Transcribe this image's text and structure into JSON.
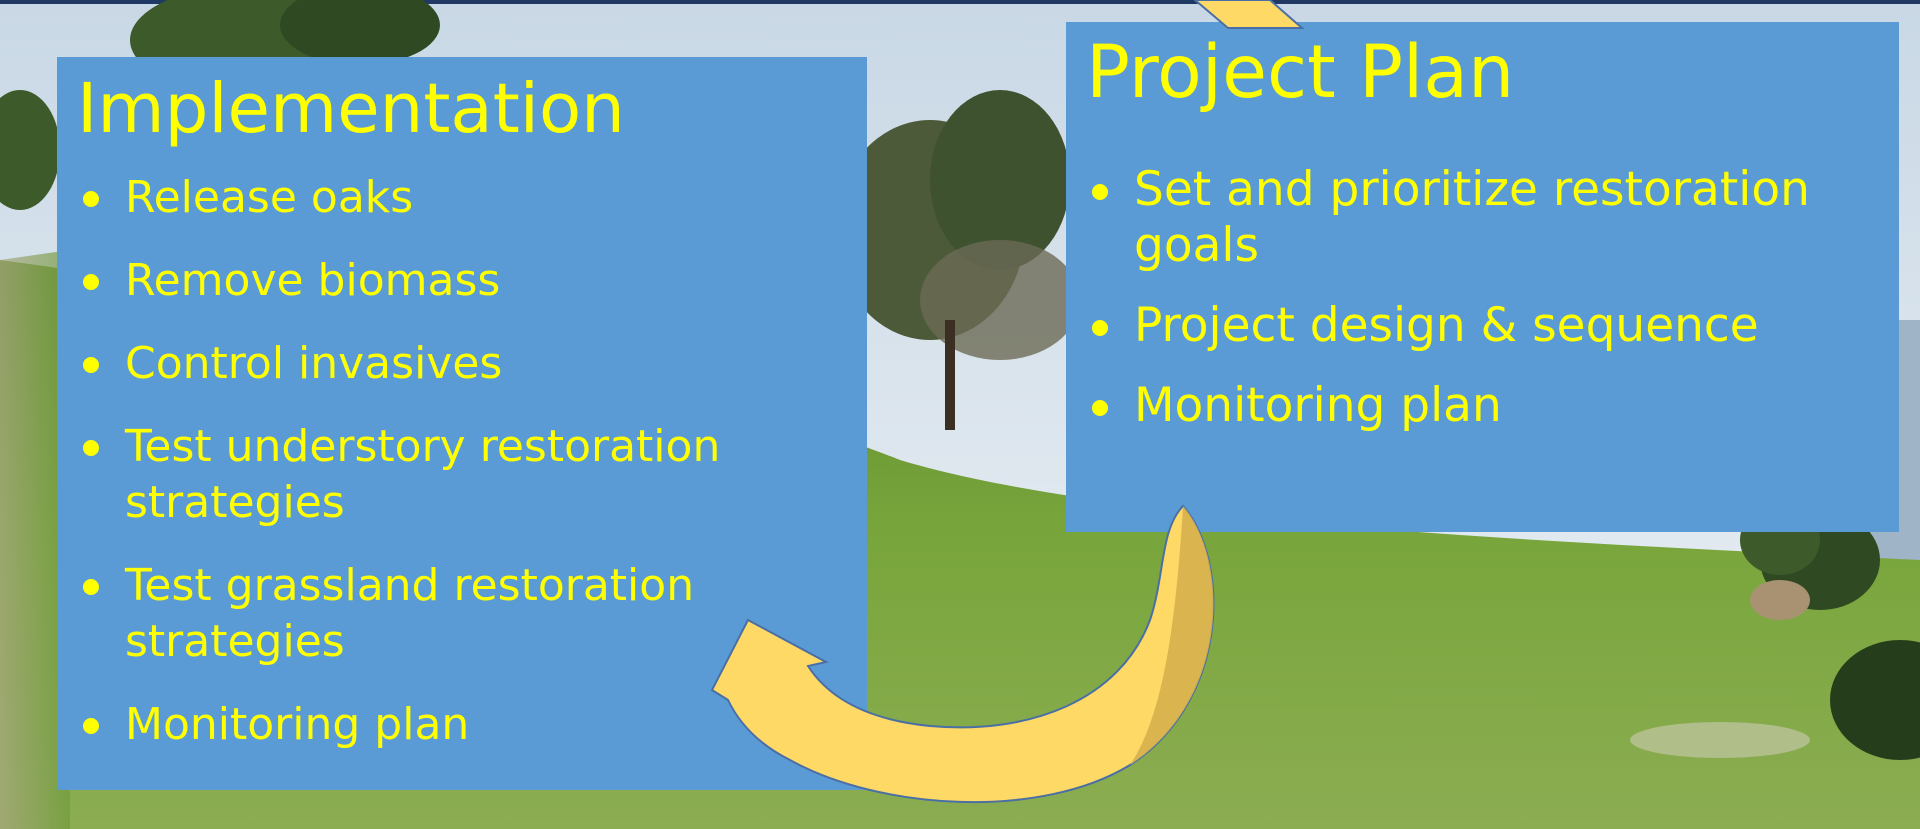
{
  "slide": {
    "colors": {
      "panel": "#5b9bd5",
      "text": "#ffff00",
      "arrow": "#ffd966",
      "arrow_dark": "#d6b04d",
      "sky": "#dfe8ef",
      "grass": "#6f9c3a"
    },
    "implementation": {
      "title": "Implementation",
      "bullets": [
        {
          "line1": "Release oaks",
          "line2": ""
        },
        {
          "line1": "Remove biomass",
          "line2": ""
        },
        {
          "line1": "Control invasives",
          "line2": ""
        },
        {
          "line1": "Test understory restoration",
          "line2": "strategies"
        },
        {
          "line1": "Test grassland restoration",
          "line2": "strategies"
        },
        {
          "line1": "Monitoring plan",
          "line2": ""
        }
      ]
    },
    "project_plan": {
      "title": "Project Plan",
      "bullets": [
        {
          "line1": "Set and prioritize restoration",
          "line2": "goals"
        },
        {
          "line1": "Project design & sequence",
          "line2": ""
        },
        {
          "line1": "Monitoring plan",
          "line2": ""
        }
      ]
    },
    "arrows": {
      "icons": [
        "curved-arrow-icon",
        "curved-arrow-icon"
      ]
    }
  }
}
